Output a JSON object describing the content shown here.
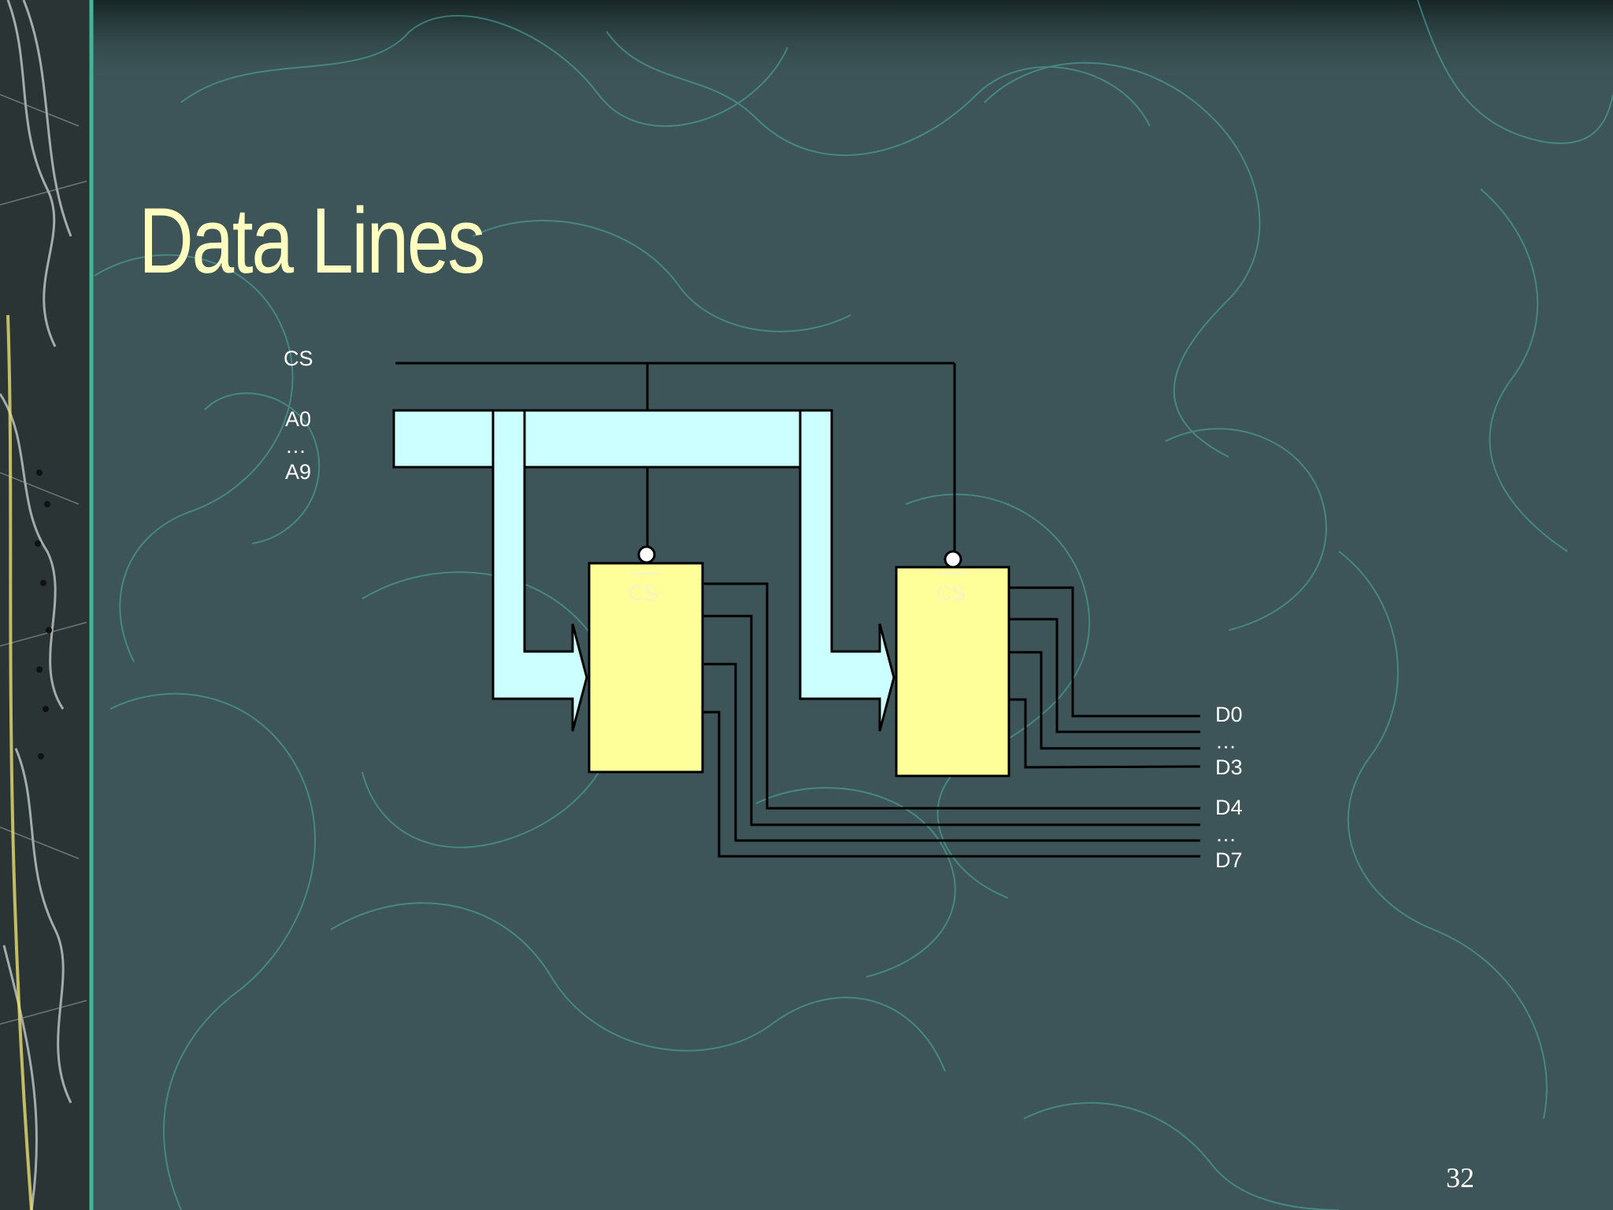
{
  "slide": {
    "title": "Data Lines",
    "page_number": "32"
  },
  "inputs": {
    "cs_label": "CS",
    "addr_start": "A0",
    "addr_ellipsis": "…",
    "addr_end": "A9"
  },
  "chips": [
    {
      "cs_label": "CS"
    },
    {
      "cs_label": "CS"
    }
  ],
  "outputs": {
    "low_start": "D0",
    "low_ellipsis": "…",
    "low_end": "D3",
    "high_start": "D4",
    "high_ellipsis": "…",
    "high_end": "D7"
  },
  "colors": {
    "background": "#3d5558",
    "title": "#ffffc0",
    "address_bus": "#ccffff",
    "chip_fill": "#ffff99",
    "wire": "#000000",
    "contour": "#4fb0a8"
  }
}
